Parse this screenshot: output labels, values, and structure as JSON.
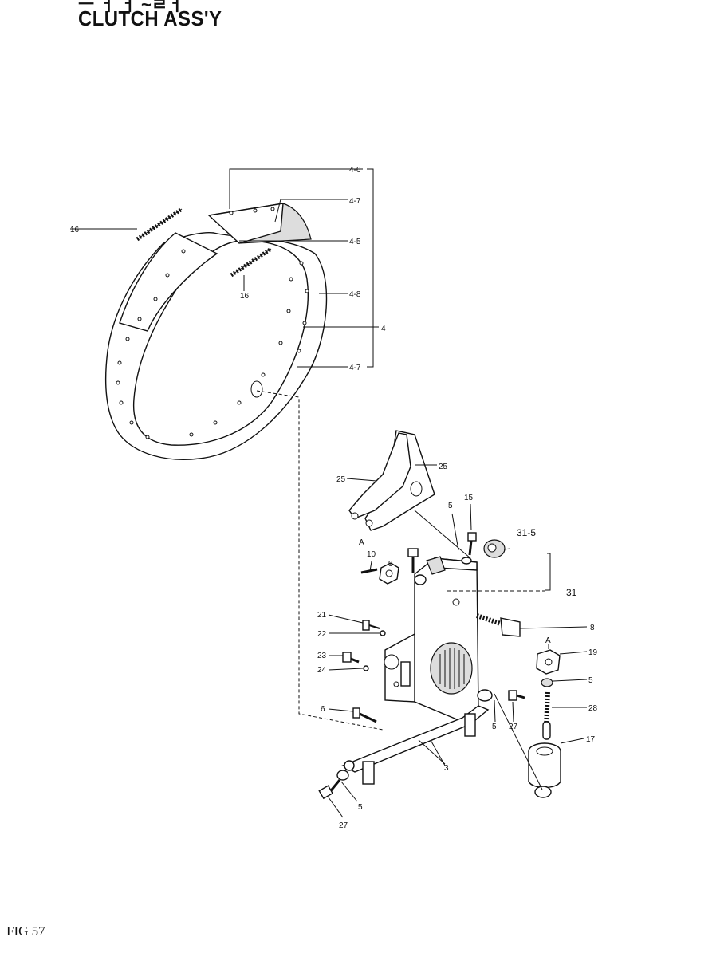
{
  "header": {
    "top_text": "ㅡ ㅓ ㅓ ~ㄹㅓ",
    "title": "CLUTCH ASS'Y"
  },
  "footer": {
    "figure": "FIG 57"
  },
  "callouts": {
    "c4_6": "4-6",
    "c4_7a": "4-7",
    "c4_5": "4-5",
    "c4_8": "4-8",
    "c4": "4",
    "c4_7b": "4-7",
    "c16a": "16",
    "c16b": "16",
    "c25a": "25",
    "c25b": "25",
    "c5a": "5",
    "c15": "15",
    "c31_5": "31-5",
    "c31": "31",
    "c10": "10",
    "c9": "9",
    "cA1": "A",
    "c21": "21",
    "c22": "22",
    "c23": "23",
    "c24": "24",
    "c8": "8",
    "cA2": "A",
    "c19": "19",
    "c5b": "5",
    "c28": "28",
    "c6": "6",
    "c5c": "5",
    "c27a": "27",
    "c17": "17",
    "c3": "3",
    "c5d": "5",
    "c27b": "27"
  }
}
